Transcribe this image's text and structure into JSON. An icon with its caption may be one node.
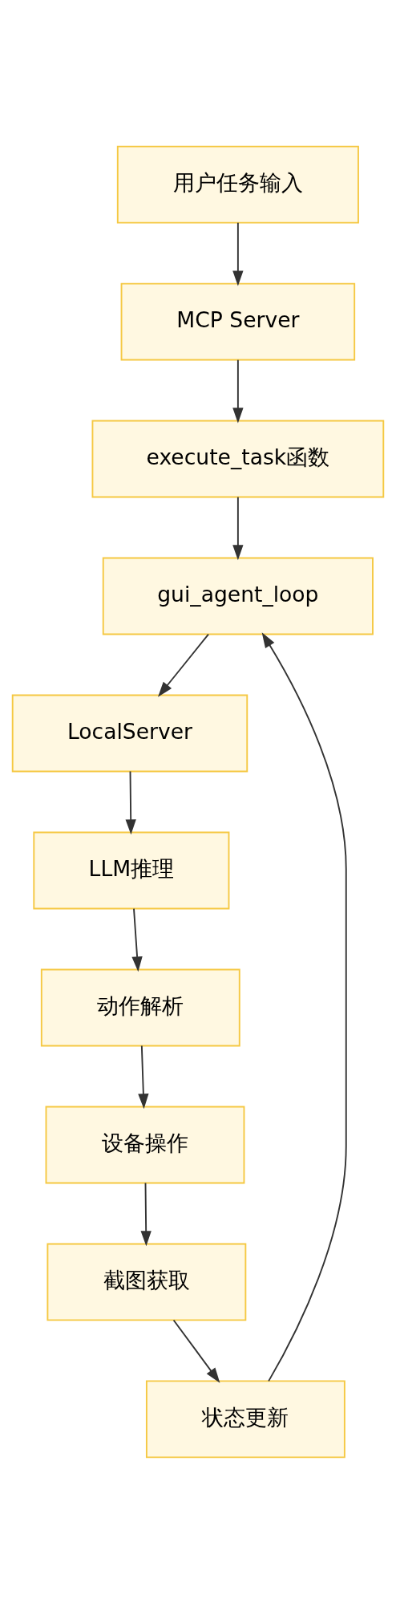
{
  "diagram": {
    "nodes": [
      {
        "text": [
          "用户任务输入"
        ]
      },
      {
        "text": [
          "MCP Server"
        ]
      },
      {
        "text": [
          "execute_task函数"
        ]
      },
      {
        "text": [
          "gui_agent_loop"
        ]
      },
      {
        "text": [
          "LocalServer"
        ]
      },
      {
        "text": [
          "LLM推理"
        ]
      },
      {
        "text": [
          "动作解析"
        ]
      },
      {
        "text": [
          "设备操作"
        ]
      },
      {
        "text": [
          "截图获取"
        ]
      },
      {
        "text": [
          "状态更新"
        ]
      }
    ],
    "edges": [
      {
        "from": 0,
        "to": 1,
        "arrow": "to"
      },
      {
        "from": 1,
        "to": 2,
        "arrow": "to"
      },
      {
        "from": 2,
        "to": 3,
        "arrow": "to"
      },
      {
        "from": 3,
        "to": 4,
        "arrow": "to"
      },
      {
        "from": 4,
        "to": 5,
        "arrow": "to"
      },
      {
        "from": 5,
        "to": 6,
        "arrow": "to"
      },
      {
        "from": 6,
        "to": 7,
        "arrow": "to"
      },
      {
        "from": 7,
        "to": 8,
        "arrow": "to"
      },
      {
        "from": 8,
        "to": 9,
        "arrow": "to"
      },
      {
        "from": 9,
        "to": 3,
        "arrow": "to"
      }
    ]
  }
}
